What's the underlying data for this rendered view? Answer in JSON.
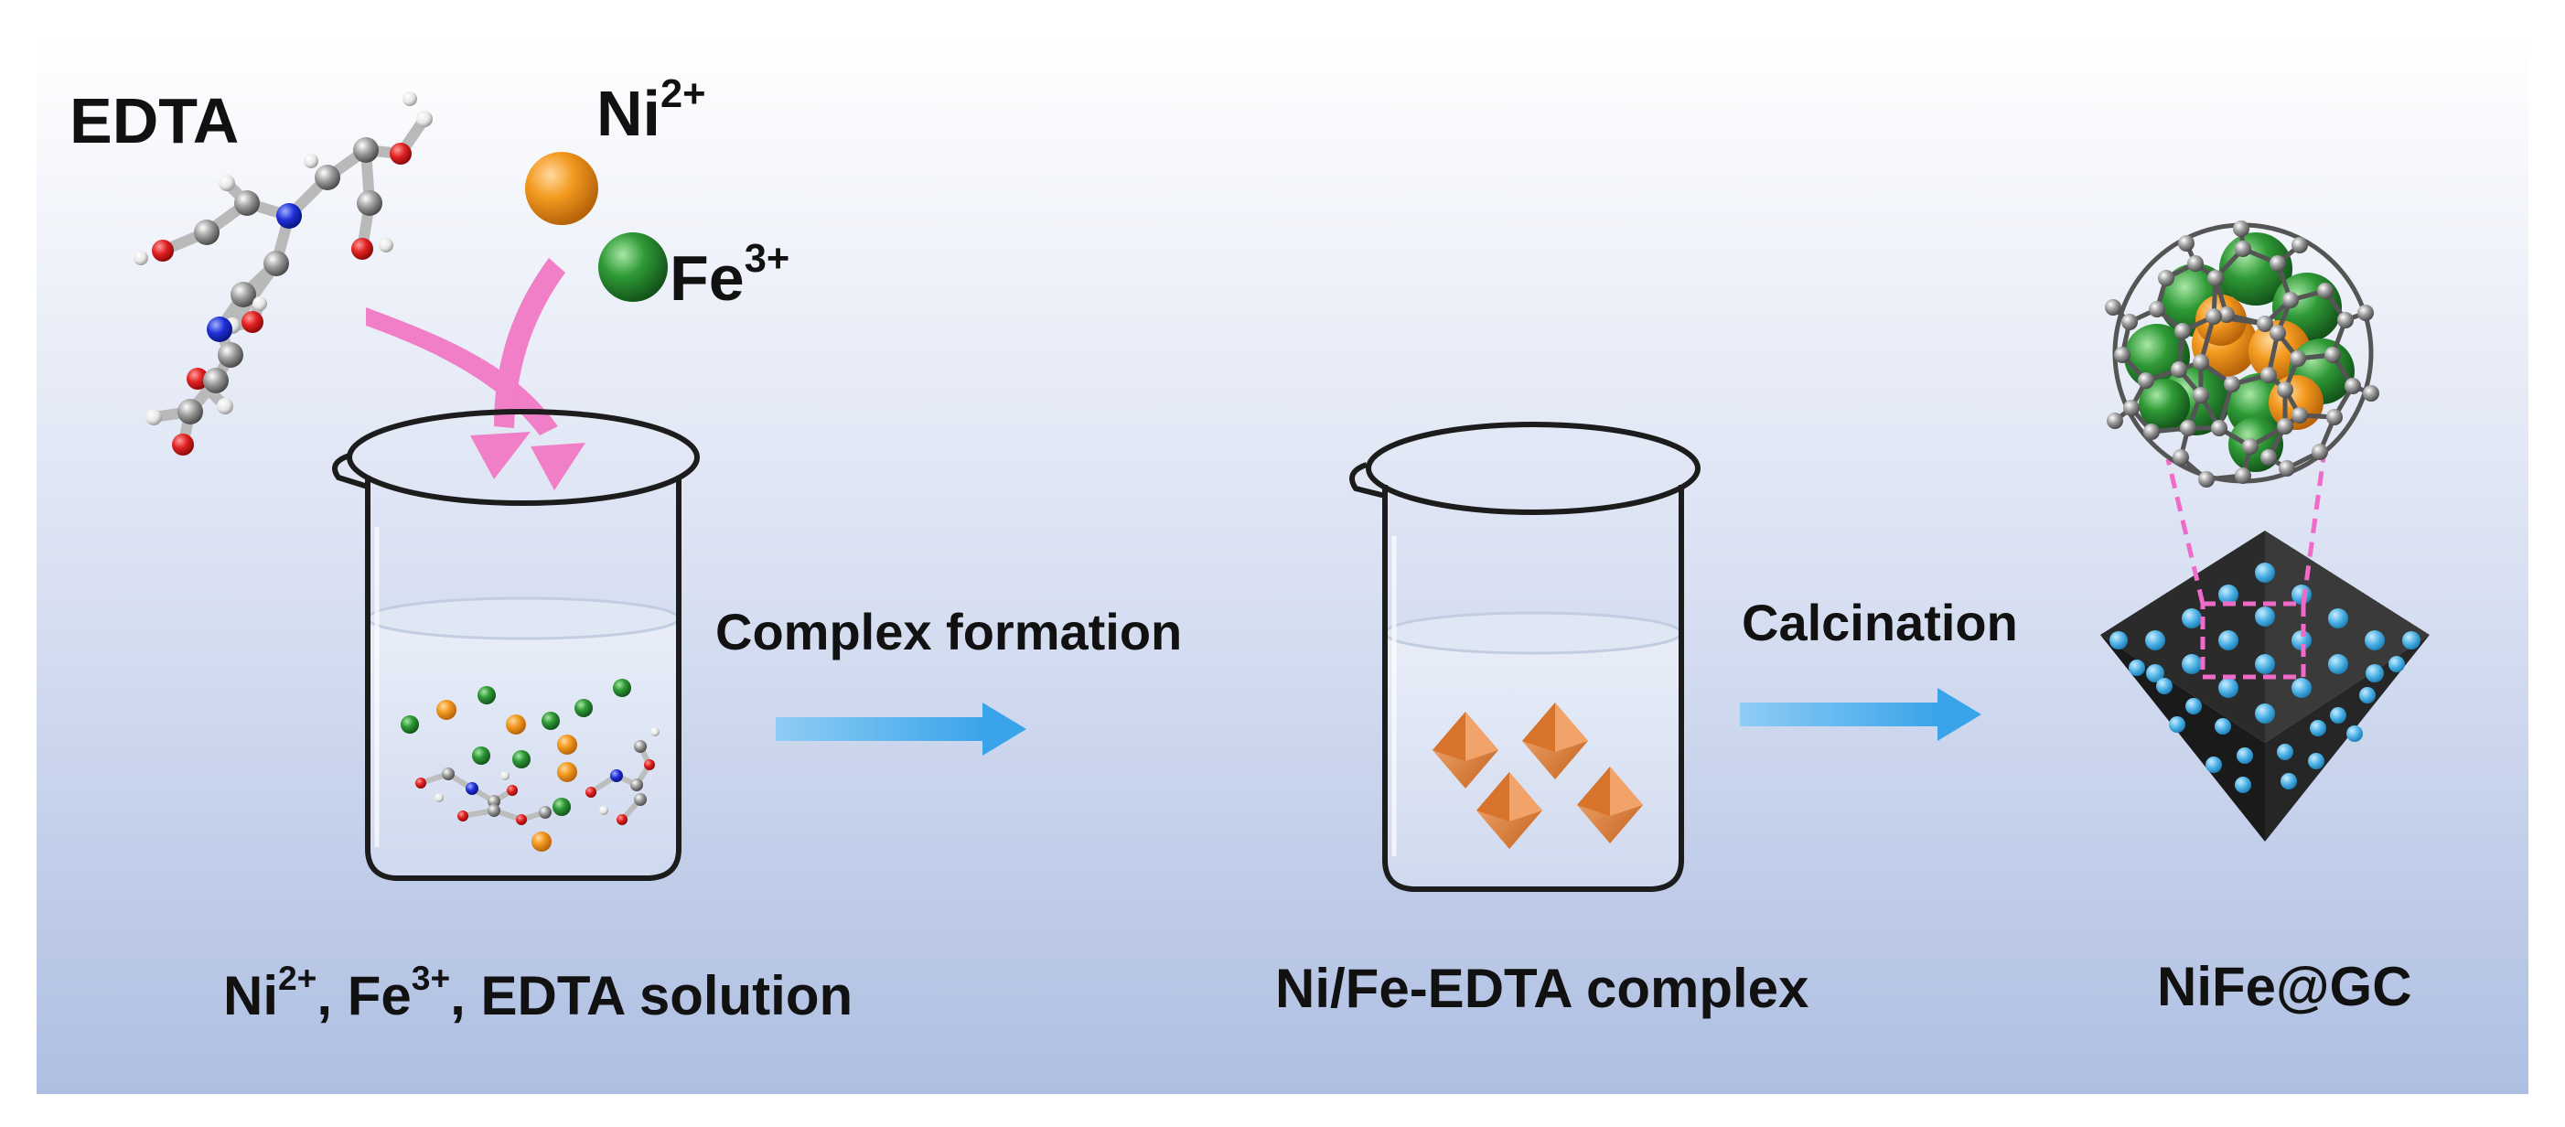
{
  "labels": {
    "edta": "EDTA",
    "ni_ion": {
      "base": "Ni",
      "charge": "2+"
    },
    "fe_ion": {
      "base": "Fe",
      "charge": "3+"
    }
  },
  "steps": {
    "step1": "Complex formation",
    "step2": "Calcination"
  },
  "captions": {
    "stage1": {
      "ni": "Ni",
      "ni_charge": "2+",
      "sep1": ", Fe",
      "fe_charge": "3+",
      "rest": ", EDTA solution"
    },
    "stage2": "Ni/Fe-EDTA complex",
    "stage3": "NiFe@GC"
  },
  "colors": {
    "background_top": "#ffffff",
    "background_bottom": "#aebfe2",
    "ni_sphere": "#f39a1f",
    "fe_sphere": "#2f9a36",
    "arrow": "#58b3ee",
    "pink_arrow": "#f07fc7",
    "complex_crystal": "#e07d34",
    "product_octahedron": "#2b2b2b",
    "product_dots": "#4fb3e6",
    "zoom_box": "#f06ac8",
    "carbon_cage": "#6b6b6b"
  }
}
